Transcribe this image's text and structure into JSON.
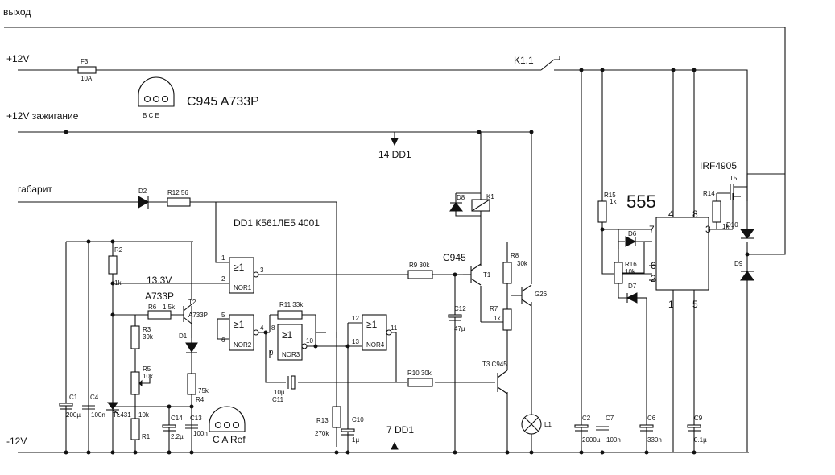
{
  "rails": {
    "out": "выход",
    "p12": "+12V",
    "ign": "+12V зажигание",
    "gab": "габарит",
    "m12": "-12V"
  },
  "transistor_pinout": {
    "models": "C945  A733P",
    "pins": "B C E"
  },
  "tl431_pinout": "C A Ref",
  "dd1": {
    "title": "DD1 К561ЛЕ5 4001",
    "pin14": "14 DD1",
    "pin7": "7 DD1",
    "ge": "≥1",
    "gates": [
      "NOR1",
      "NOR2",
      "NOR3",
      "NOR4"
    ],
    "pins": [
      "1",
      "2",
      "3",
      "5",
      "6",
      "4",
      "8",
      "9",
      "10",
      "12",
      "13",
      "11"
    ]
  },
  "voltage": "13.3V",
  "relay": {
    "coil": "K1",
    "contact": "K1.1",
    "diode": "D8"
  },
  "ic555": {
    "name": "555",
    "pins": [
      "4",
      "8",
      "7",
      "3",
      "6",
      "2",
      "1",
      "5"
    ]
  },
  "mosfet": {
    "model": "IRF4905",
    "ref": "T5"
  },
  "parts": {
    "F3": "F3",
    "F3v": "10A",
    "D2": "D2",
    "R12": "R12 56",
    "R2": "R2",
    "R2v": "1k",
    "A733": "A733P",
    "R6": "R6",
    "R6v": "1.5k",
    "T2": "T2",
    "T2v": "A733P",
    "R3": "R3",
    "R3v": "39k",
    "D1": "D1",
    "R5": "R5",
    "R5v": "10k",
    "R4": "R4",
    "R4v": "75k",
    "C1": "C1",
    "C1v": "200µ",
    "C4": "C4",
    "C4v": "100n",
    "TL": "TL431",
    "R1v": "10k",
    "R1": "R1",
    "C14": "C14",
    "C14v": "2.2µ",
    "C13": "C13",
    "C13v": "100n",
    "R11": "R11 33k",
    "C11a": "10µ",
    "C11": "C11",
    "R9": "R9  30k",
    "R10": "R10 30k",
    "C945": "C945",
    "T1": "T1",
    "T3": "T3 C945",
    "C12": "C12",
    "C12v": "47µ",
    "R8": "R8",
    "R8v": "30k",
    "R7": "R7",
    "R7v": "1k",
    "G26": "G26",
    "L1": "L1",
    "R13": "R13",
    "R13v": "270k",
    "C10": "C10",
    "C10v": "1µ",
    "R15": "R15",
    "R15v": "1k",
    "D6": "D6",
    "R16": "R16",
    "R16v": "10k",
    "D7": "D7",
    "R14": "R14",
    "R14v": "1k",
    "D10": "D10",
    "D9": "D9",
    "C2": "C2",
    "C2v": "2000µ",
    "C7": "C7",
    "C7v": "100n",
    "C6": "C6",
    "C6v": "330n",
    "C9": "C9",
    "C9v": "0.1µ"
  }
}
